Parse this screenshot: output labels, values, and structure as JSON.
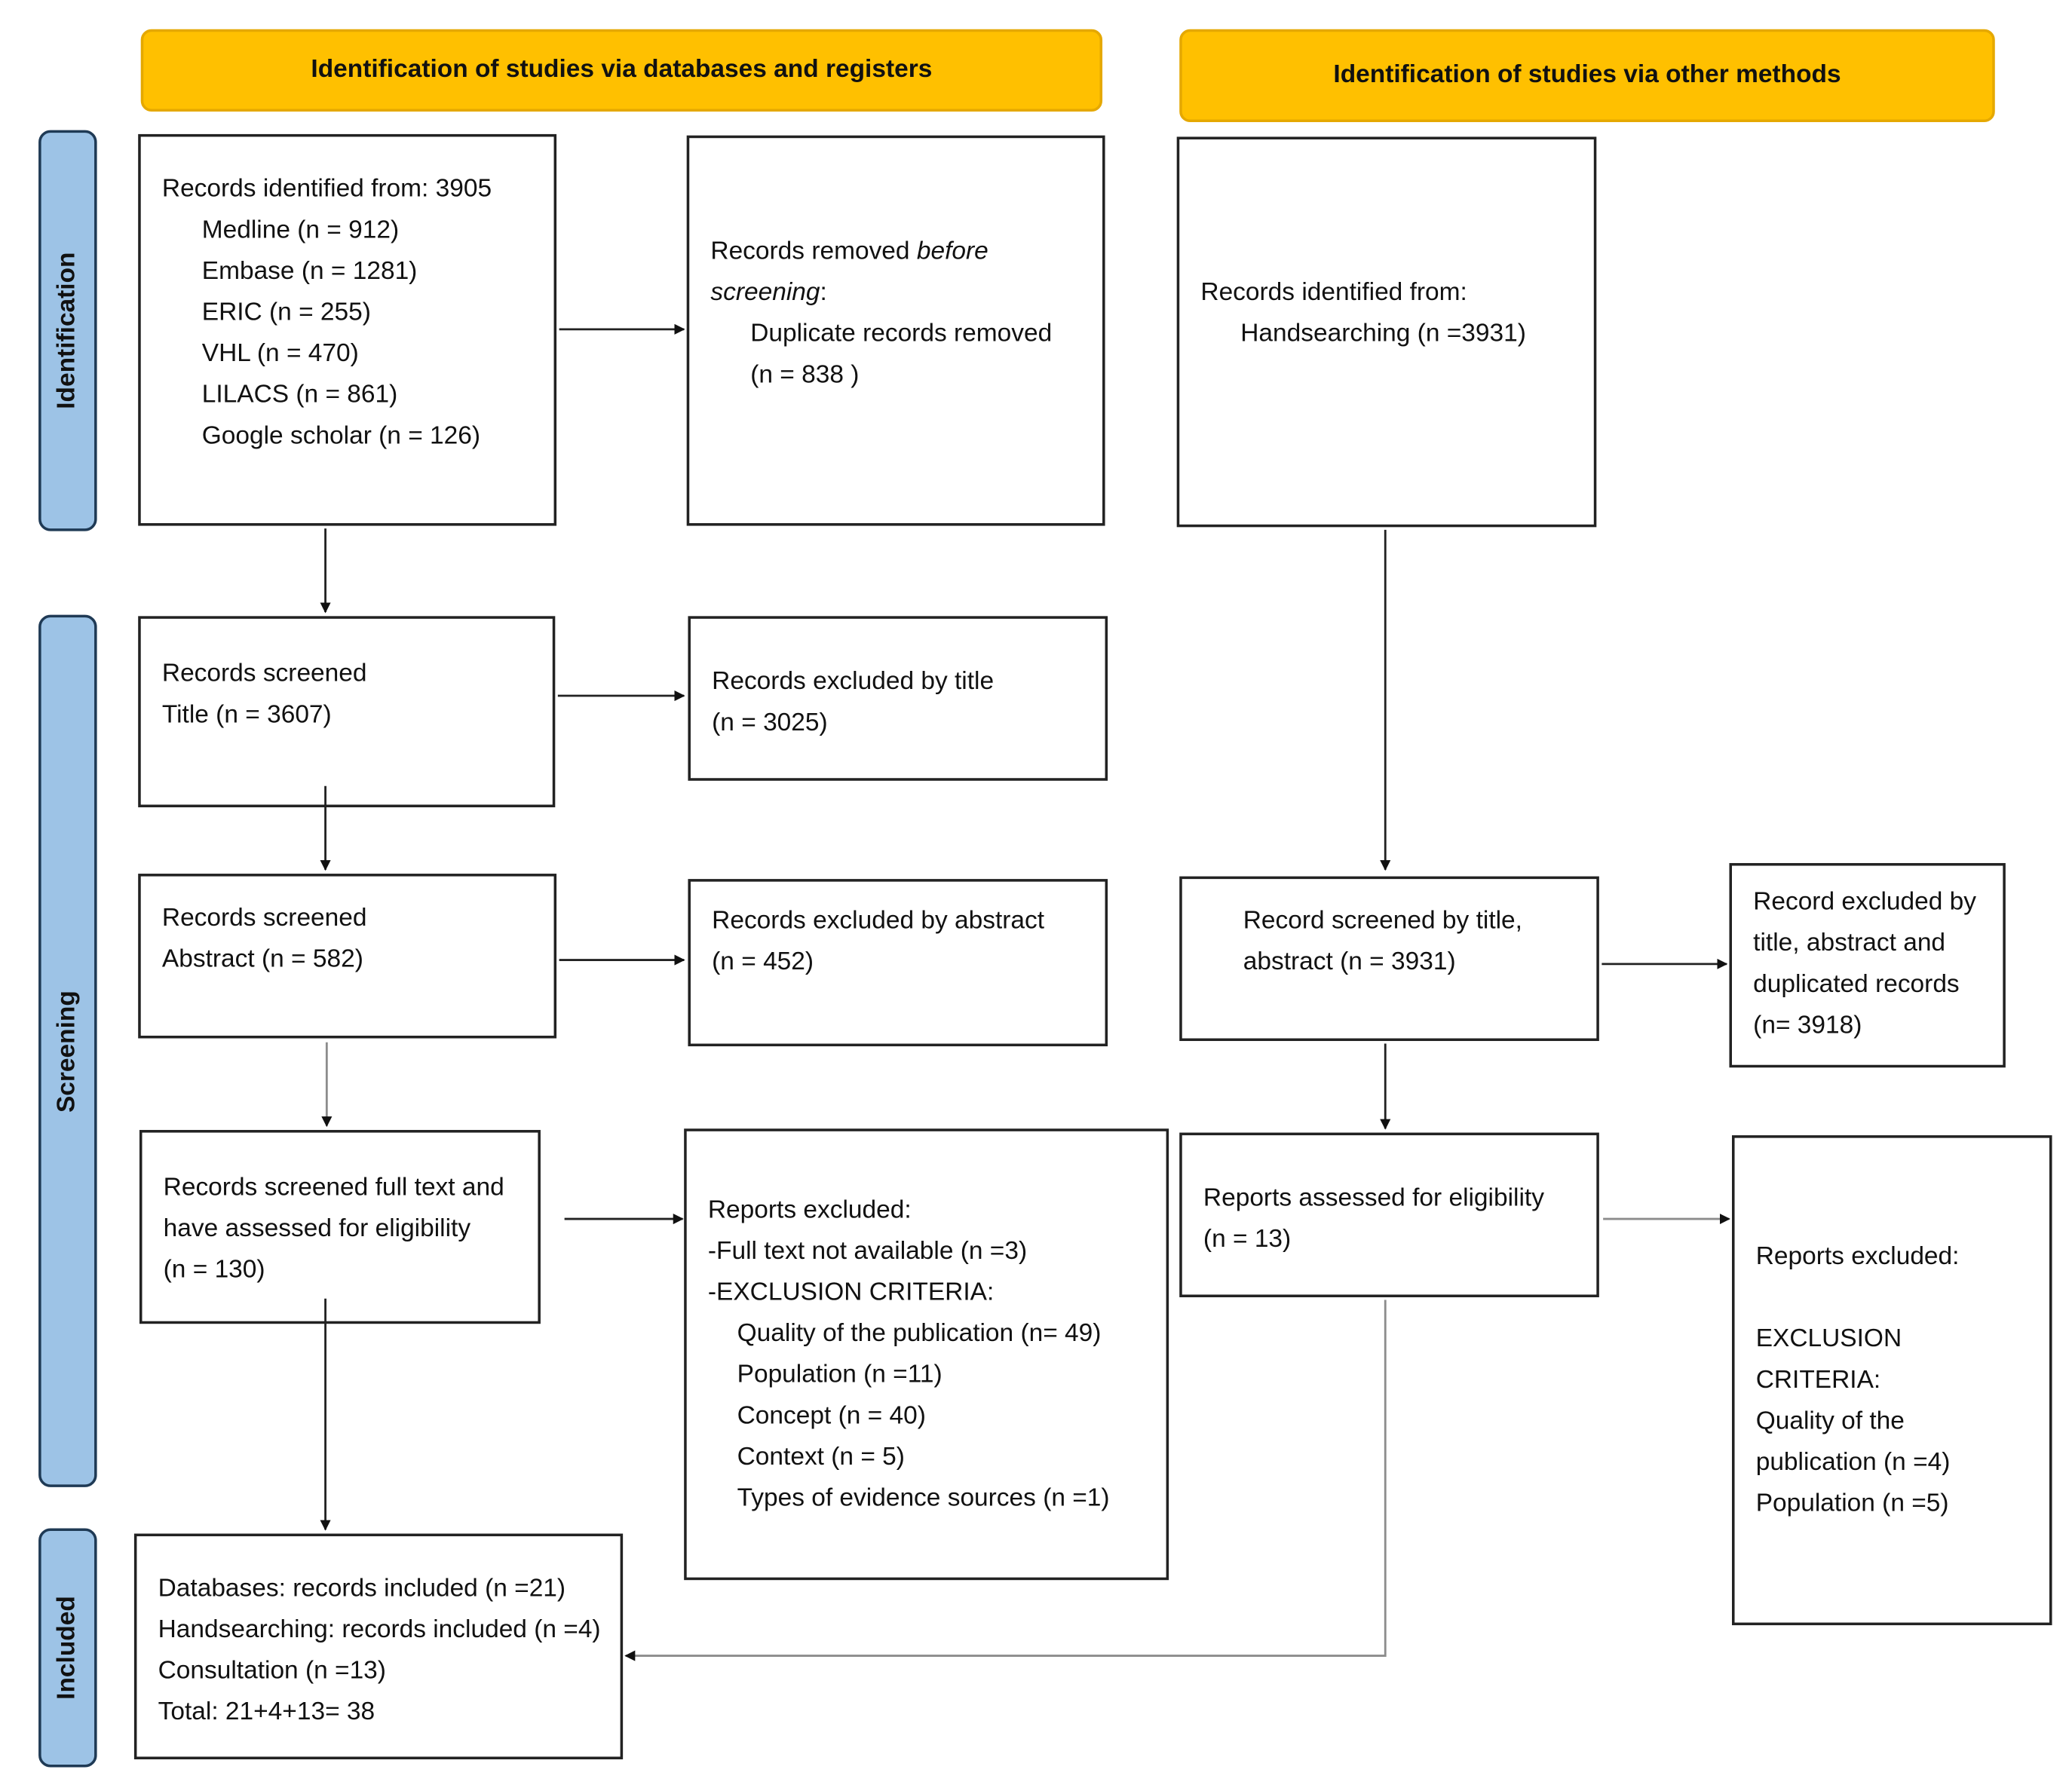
{
  "headers": {
    "databases": "Identification of studies via databases and registers",
    "other": "Identification of studies via other methods"
  },
  "stages": {
    "identification": "Identification",
    "screening": "Screening",
    "included": "Included"
  },
  "boxes": {
    "records_identified": {
      "title": "Records identified from: 3905",
      "items": [
        "Medline (n = 912)",
        "Embase (n = 1281)",
        "ERIC (n = 255)",
        "VHL (n = 470)",
        "LILACS (n = 861)",
        "Google scholar (n = 126)"
      ]
    },
    "records_removed": {
      "title_plain": "Records removed ",
      "title_italic": "before",
      "title_italic2": "screening",
      "title_colon": ":",
      "line1": "Duplicate records removed",
      "line2": "(n = 838 )"
    },
    "records_identified_other": {
      "title": "Records identified from:",
      "line1": "Handsearching (n =3931)"
    },
    "screened_title": {
      "line1": "Records screened",
      "line2": "Title (n = 3607)"
    },
    "excluded_title": {
      "line1": "Records excluded by title",
      "line2": "(n = 3025)"
    },
    "screened_abstract": {
      "line1": "Records screened",
      "line2": "Abstract (n = 582)"
    },
    "excluded_abstract": {
      "line1": "Records excluded by abstract",
      "line2": "(n = 452)"
    },
    "screened_other": {
      "line1": "Record screened by title,",
      "line2": "abstract (n = 3931)"
    },
    "excluded_other": {
      "line1": "Record excluded by",
      "line2": "title, abstract and",
      "line3": "duplicated records",
      "line4": "(n= 3918)"
    },
    "fulltext": {
      "line1": "Records screened full text and",
      "line2": "have assessed for eligibility",
      "line3": "(n = 130)"
    },
    "reports_excluded": {
      "title": "Reports excluded:",
      "line1": "-Full text not available (n =3)",
      "line2": "-EXCLUSION CRITERIA:",
      "items": [
        "Quality of the publication (n= 49)",
        "Population (n =11)",
        "Concept (n = 40)",
        "Context (n = 5)",
        "Types of evidence sources (n =1)"
      ]
    },
    "reports_assessed_other": {
      "line1": "Reports assessed for eligibility",
      "line2": "(n = 13)"
    },
    "reports_excluded_other": {
      "title": "Reports excluded:",
      "lines": [
        "EXCLUSION",
        "CRITERIA:",
        "Quality of the",
        "publication (n =4)",
        "Population (n =5)"
      ]
    },
    "included": {
      "lines": [
        "Databases: records included (n =21)",
        "Handsearching: records included (n =4)",
        "Consultation (n =13)",
        "Total: 21+4+13= 38"
      ]
    }
  }
}
